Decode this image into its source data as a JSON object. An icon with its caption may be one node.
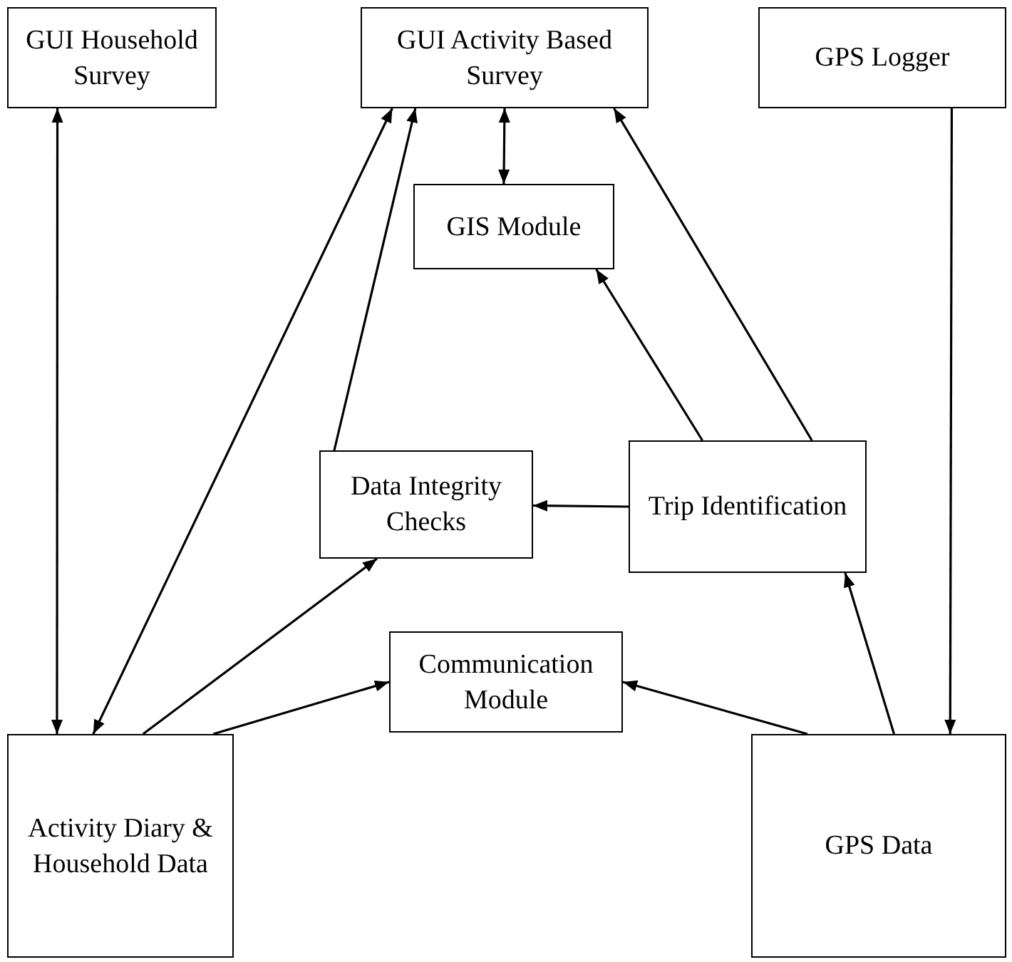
{
  "diagram": {
    "nodes": [
      {
        "text": [
          "GUI Household Survey"
        ]
      },
      {
        "text": [
          "GUI Activity Based Survey"
        ]
      },
      {
        "text": [
          "GPS Logger"
        ]
      },
      {
        "text": [
          "GIS Module"
        ]
      },
      {
        "text": [
          "Data Integrity Checks"
        ]
      },
      {
        "text": [
          "Trip Identification"
        ]
      },
      {
        "text": [
          "Communication Module"
        ]
      },
      {
        "text": [
          "Activity Diary & Household Data"
        ]
      },
      {
        "text": [
          "GPS Data"
        ]
      }
    ],
    "edges": [
      {
        "from": 0,
        "to": 7,
        "arrow": "both"
      },
      {
        "from": 7,
        "to": 1,
        "arrow": "both"
      },
      {
        "from": 4,
        "to": 1,
        "arrow": "to"
      },
      {
        "from": 1,
        "to": 3,
        "arrow": "both"
      },
      {
        "from": 5,
        "to": 3,
        "arrow": "to"
      },
      {
        "from": 5,
        "to": 1,
        "arrow": "to"
      },
      {
        "from": 5,
        "to": 4,
        "arrow": "to"
      },
      {
        "from": 7,
        "to": 4,
        "arrow": "to"
      },
      {
        "from": 7,
        "to": 6,
        "arrow": "to"
      },
      {
        "from": 8,
        "to": 6,
        "arrow": "to"
      },
      {
        "from": 8,
        "to": 5,
        "arrow": "to"
      },
      {
        "from": 2,
        "to": 8,
        "arrow": "to"
      }
    ]
  }
}
